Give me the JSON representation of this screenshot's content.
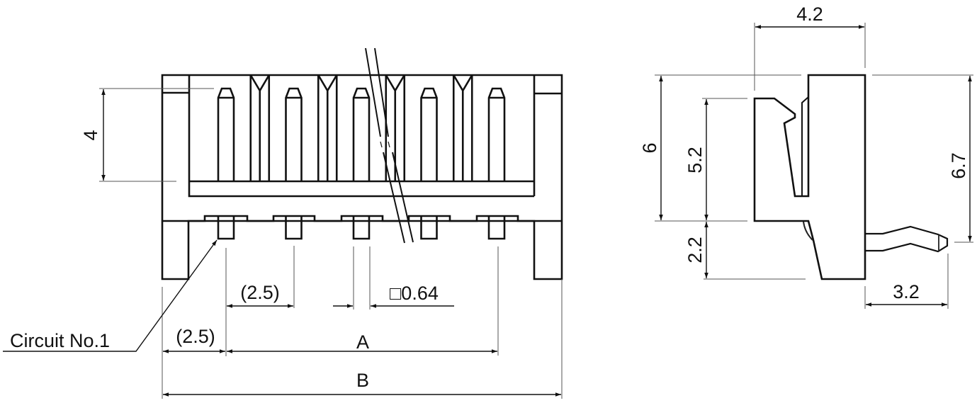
{
  "drawing": {
    "front_view": {
      "dimensions": {
        "height": "4",
        "pitch": "(2.5)",
        "edge_to_first": "(2.5)",
        "pin_size": "□0.64",
        "span_a": "A",
        "span_b": "B"
      },
      "callout": "Circuit No.1",
      "pin_count": 5
    },
    "side_view": {
      "dimensions": {
        "depth": "4.2",
        "body_height": "6",
        "latch_height": "5.2",
        "bottom_offset": "2.2",
        "overall_height": "6.7",
        "pin_projection": "3.2"
      }
    },
    "colors": {
      "line": "#111111",
      "background": "#ffffff"
    }
  }
}
